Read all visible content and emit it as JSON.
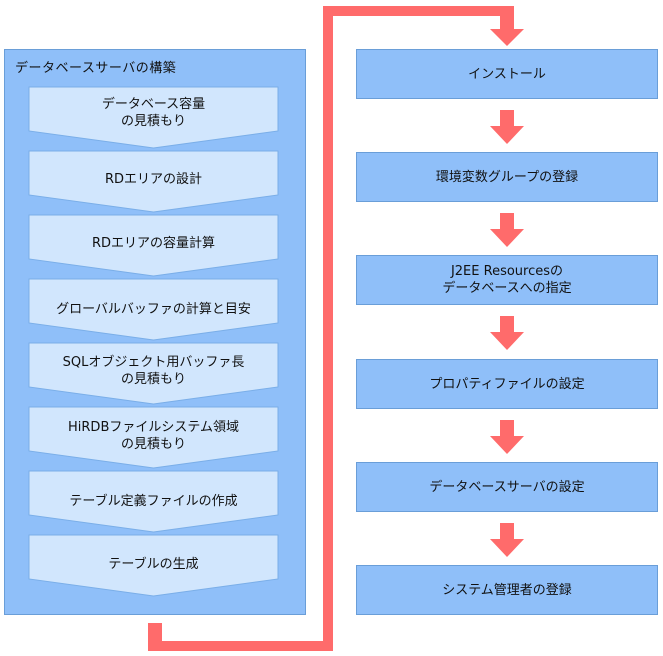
{
  "colors": {
    "panel_fill": "#8fbff9",
    "panel_border": "#6a9ed8",
    "chevron_fill": "#d1e6fd",
    "chevron_border": "#7aaee8",
    "arrow": "#ff6b6b",
    "text": "#111111"
  },
  "left_panel": {
    "title": "データベースサーバの構築",
    "steps": [
      "データベース容量\nの見積もり",
      "RDエリアの設計",
      "RDエリアの容量計算",
      "グローバルバッファの計算と目安",
      "SQLオブジェクト用バッファ長\nの見積もり",
      "HiRDBファイルシステム領域\nの見積もり",
      "テーブル定義ファイルの作成",
      "テーブルの生成"
    ]
  },
  "right_steps": [
    "インストール",
    "環境変数グループの登録",
    "J2EE Resourcesの\nデータベースへの指定",
    "プロパティファイルの設定",
    "データベースサーバの設定",
    "システム管理者の登録"
  ]
}
